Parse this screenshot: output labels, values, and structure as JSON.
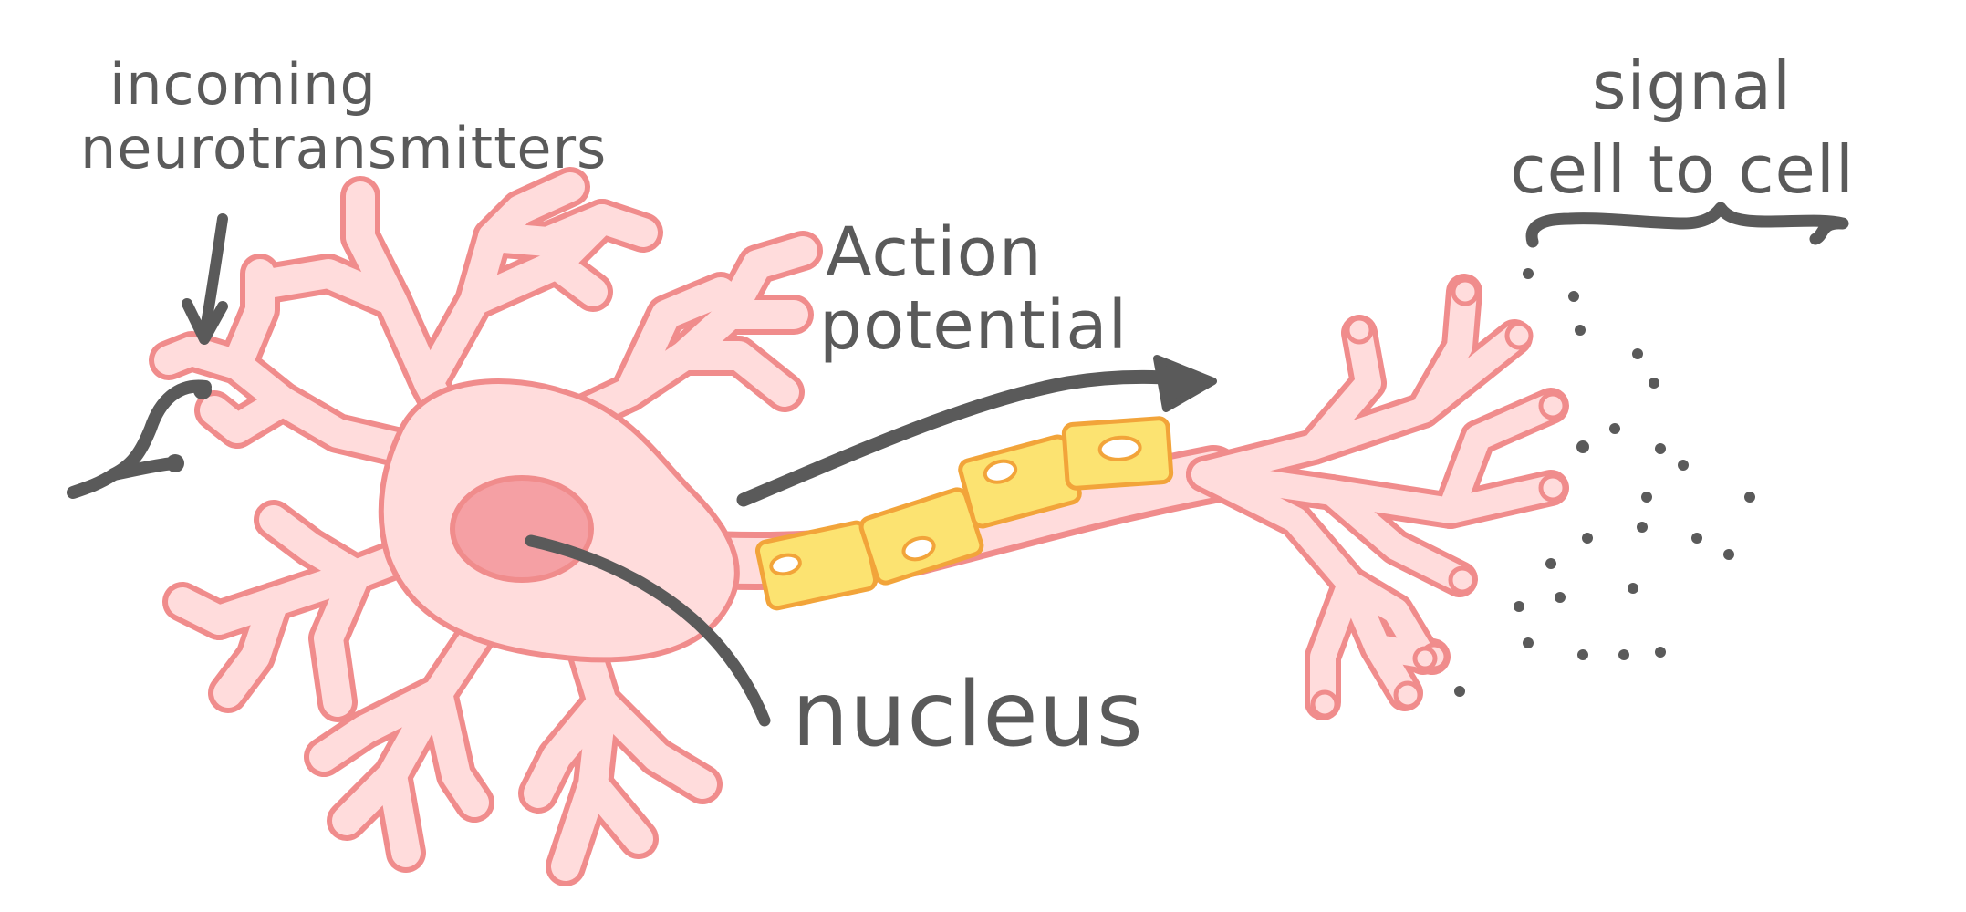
{
  "labels": {
    "incoming_line1": "incoming",
    "incoming_line2": "neurotransmitters",
    "action_line1": "Action",
    "action_line2": "potential",
    "signal_line1": "signal",
    "signal_line2": "cell to cell",
    "nucleus": "nucleus"
  },
  "colors": {
    "ink": "#5a5a5a",
    "membrane_outline": "#f08c8c",
    "cytoplasm_fill": "#ffdcdc",
    "nucleus_fill": "#f5a0a4",
    "myelin_fill": "#fce371",
    "myelin_outline": "#f2a43a",
    "background": "#ffffff"
  },
  "icons": {
    "receptor": "receptor-hook-icon",
    "arrow_down": "arrow-down-icon",
    "arrow_right": "arrow-right-icon",
    "brace": "brace-icon"
  }
}
